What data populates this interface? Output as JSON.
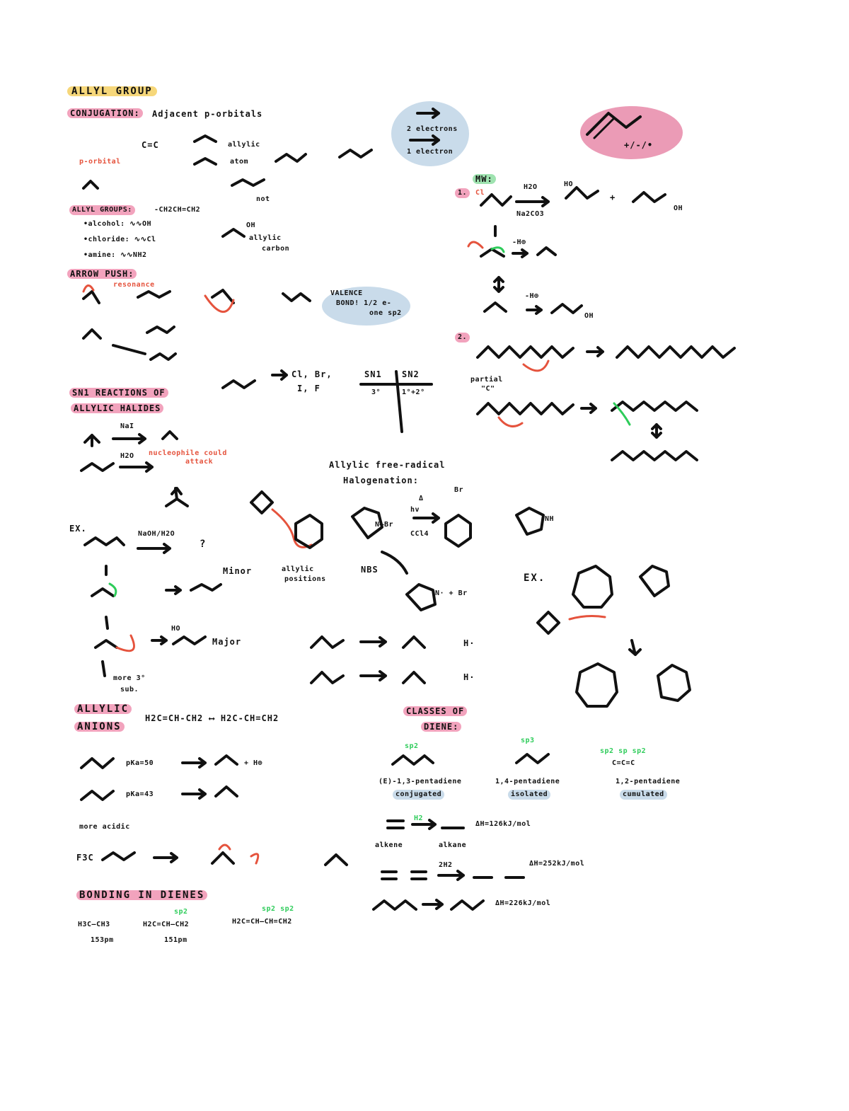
{
  "headings": {
    "allyl_group": "ALLYL GROUP",
    "conjugation": "CONJUGATION:",
    "allyl_groups": "ALLYL GROUPS:",
    "arrow_push": "ARROW PUSH:",
    "sn1_reactions_1": "SN1 REACTIONS OF",
    "sn1_reactions_2": "ALLYLIC HALIDES",
    "allylic_1": "ALLYLIC",
    "allylic_2": "ANIONS",
    "bonding": "BONDING IN DIENES",
    "classes_1": "CLASSES OF",
    "classes_2": "DIENE:",
    "free_radical_1": "Allylic free-radical",
    "free_radical_2": "Halogenation:",
    "mw": "MW:"
  },
  "notes": {
    "adjacent_p": "Adjacent p-orbitals",
    "c_eq_c": "C=C",
    "allylic": "allylic",
    "atom": "atom",
    "p_orbital": "p-orbital",
    "not": "not",
    "allyl_formula": "-CH2CH=CH2",
    "alcohol": "•alcohol: ∿∿OH",
    "chloride": "•chloride: ∿∿Cl",
    "amine": "•amine: ∿∿NH2",
    "oh": "OH",
    "allylic_carbon_1": "allylic",
    "allylic_carbon_2": "carbon",
    "resonance": "resonance",
    "valence_1": "VALENCE",
    "valence_2": "BOND! 1/2 e-",
    "valence_3": "one sp2",
    "halides_1": "Cl, Br,",
    "halides_2": "I, F",
    "sn1": "SN1",
    "sn2": "SN2",
    "deg3": "3°",
    "deg12": "1°+2°",
    "nai": "NaI",
    "h2o": "H2O",
    "nuc_attack_1": "nucleophile could",
    "nuc_attack_2": "attack",
    "ex": "EX.",
    "ex2": "EX.",
    "naoh": "NaOH/H2O",
    "question": "?",
    "minor": "Minor",
    "major": "Major",
    "more_sub_1": "more 3°",
    "more_sub_2": "sub.",
    "ho": "HO",
    "allylic_positions_1": "allylic",
    "allylic_positions_2": "positions",
    "nbs": "NBS",
    "nbs_cond_1": "Δ",
    "nbs_cond_2": "hv",
    "nbs_cond_3": "CCl4",
    "nbr": "N–Br",
    "nh": "NH",
    "br": "Br",
    "n_br_radical": "N· + Br",
    "h_radical": "H·",
    "h_radical2": "H·",
    "allylic_eq": "H2C=CH-CH2 ⟷ H2C-CH=CH2",
    "pka1": "pKa=50",
    "pka2": "pKa=43",
    "more_acidic": "more acidic",
    "hplus": "+ H⊕",
    "f3c": "F3C",
    "h3c_ch3": "H3C–CH3",
    "h2c_ch_ch2": "H2C=CH–CH2",
    "h2c_full": "H2C=CH–CH=CH2",
    "d1": "153pm",
    "d2": "151pm",
    "sp2": "sp2",
    "sp2_sp2": "sp2 sp2",
    "sp3": "sp3",
    "sp2_sp_sp2": "sp2 sp sp2",
    "c_c_c": "C=C=C",
    "diene1": "(E)-1,3-pentadiene",
    "diene1_type": "conjugated",
    "diene2": "1,4-pentadiene",
    "diene2_type": "isolated",
    "diene3": "1,2-pentadiene",
    "diene3_type": "cumulated",
    "dh1": "ΔH=126kJ/mol",
    "dh2": "ΔH=252kJ/mol",
    "dh3": "ΔH=226kJ/mol",
    "alkene": "alkene",
    "alkane": "alkane",
    "h2": "H2",
    "h2_2": "2H2",
    "two_electrons": "2 electrons",
    "one_electron": "1 electron",
    "plus_minus": "+/-/•",
    "h2o_mw": "H2O",
    "na2co3": "Na2CO3",
    "mw_oh": "OH",
    "mw_ho": "HO",
    "minus_h": "-H⊕",
    "num1": "1.",
    "num2": "2.",
    "partial_c": "partial",
    "partial_c2": "\"C\"",
    "cl": "Cl",
    "plus": "+",
    "minus_h2": "-H⊕"
  },
  "colors": {
    "pink": "#f2a3bd",
    "yellow": "#f6d77a",
    "blue": "#c9dbea",
    "green_hl": "#9fe3b0",
    "red": "#e5533d",
    "green": "#2ecc5a"
  }
}
